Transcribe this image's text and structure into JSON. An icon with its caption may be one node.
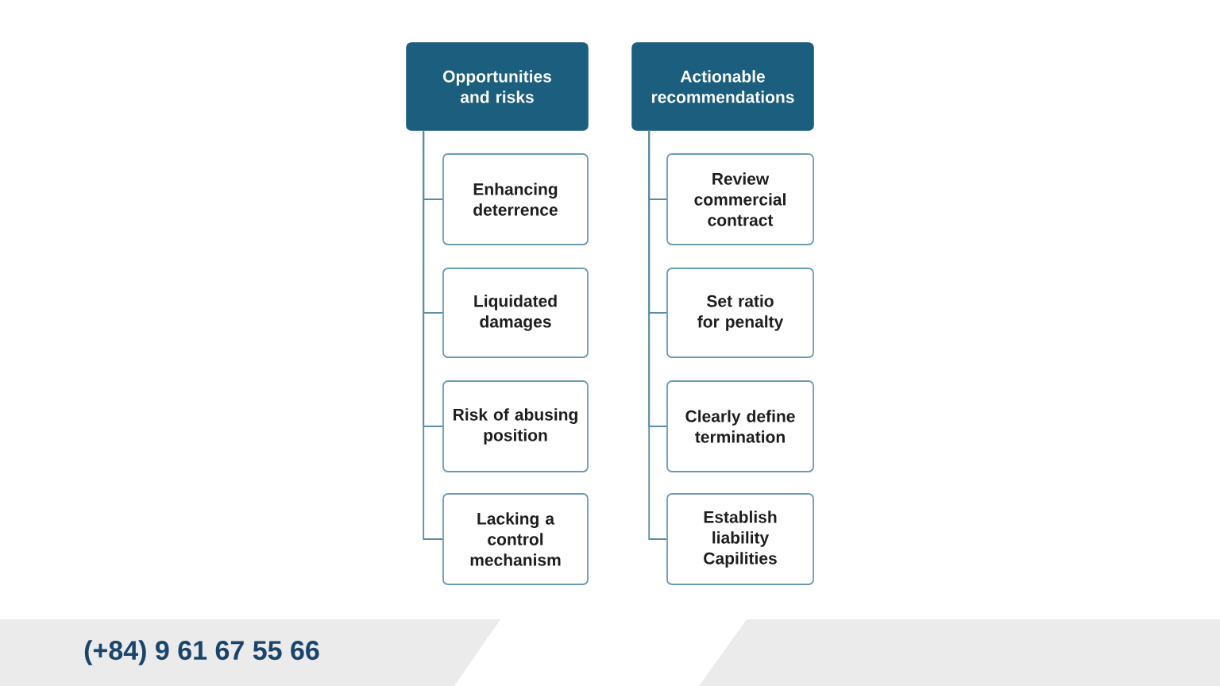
{
  "diagram": {
    "nodes": [
      {
        "text": [
          "Opportunities and risks"
        ]
      },
      {
        "text": [
          "Enhancing deterrence"
        ]
      },
      {
        "text": [
          "Liquidated damages"
        ]
      },
      {
        "text": [
          "Risk of abusing position"
        ]
      },
      {
        "text": [
          "Lacking a control mechanism"
        ]
      },
      {
        "text": [
          "Actionable recommendations"
        ]
      },
      {
        "text": [
          "Review commercial contract"
        ]
      },
      {
        "text": [
          "Set ratio for penalty"
        ]
      },
      {
        "text": [
          "Clearly define termination"
        ]
      },
      {
        "text": [
          "Establish liability Capilities"
        ]
      }
    ],
    "edges": [
      {
        "from": 0,
        "to": 1,
        "arrow": "none"
      },
      {
        "from": 0,
        "to": 2,
        "arrow": "none"
      },
      {
        "from": 0,
        "to": 3,
        "arrow": "none"
      },
      {
        "from": 0,
        "to": 4,
        "arrow": "none"
      },
      {
        "from": 5,
        "to": 6,
        "arrow": "none"
      },
      {
        "from": 5,
        "to": 7,
        "arrow": "none"
      },
      {
        "from": 5,
        "to": 8,
        "arrow": "none"
      },
      {
        "from": 5,
        "to": 9,
        "arrow": "none"
      }
    ],
    "labels": [
      "(+84) 9 61 67 55 66"
    ]
  }
}
